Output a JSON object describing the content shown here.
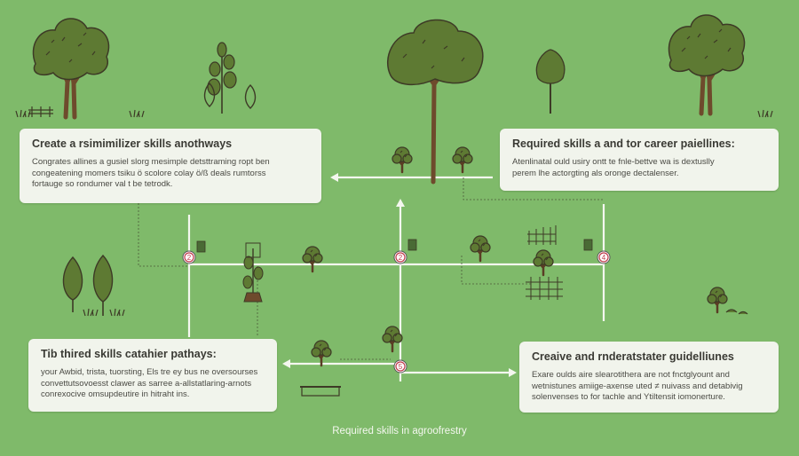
{
  "colors": {
    "background": "#7fba6a",
    "card": "#f1f4ec",
    "line": "#f4f7ef",
    "trunk": "#6e4a2c",
    "foliage": "#5e7a33",
    "outline": "#3d3a26",
    "marker": "#c0394a"
  },
  "cards": {
    "top_left": {
      "title": "Create a rsimimilizer skills anothways",
      "lines": [
        "Congrates allines a gusiel slorg mesimple detsttraming ropt ben",
        "congeatening momers tsiku ö scolore colay ö/ß deals rumtorss",
        "fortauge so rondumer val t be tetrodk."
      ]
    },
    "top_right": {
      "title": "Required skills a and tor career paiellines:",
      "lines": [
        "Atenlinatal ould usiry ontt te fnle-bettve wa is dextuslly",
        "perem lhe actorgting als oronge dectalenser."
      ]
    },
    "bottom_left": {
      "title": "Tib thired skills catahier pathays:",
      "lines": [
        "your Awbid, trista, tuorsting, Els tre ey bus ne oversourses",
        "convettutsovoesst clawer as sarree a-allstatlaring-arnots",
        "conrexocive omsupdeutire in hitraht ins."
      ]
    },
    "bottom_right": {
      "title": "Creaive and rnderatstater guidelliunes",
      "lines": [
        "Exare oulds aire slearotithera are not fnctglyount and",
        "wetnistunes amiige-axense uted ≠ nuivass and detabivig",
        "solenvenses to for tachle and Ytiltensit iomonerture."
      ]
    }
  },
  "markers": [
    "2",
    "2",
    "4",
    "5"
  ],
  "caption": "Required skills in agroofrestry",
  "icons": [
    "tree-icon",
    "sapling-icon",
    "leaf-icon",
    "grass-icon",
    "fence-icon",
    "arrow-icon",
    "marker-icon"
  ]
}
